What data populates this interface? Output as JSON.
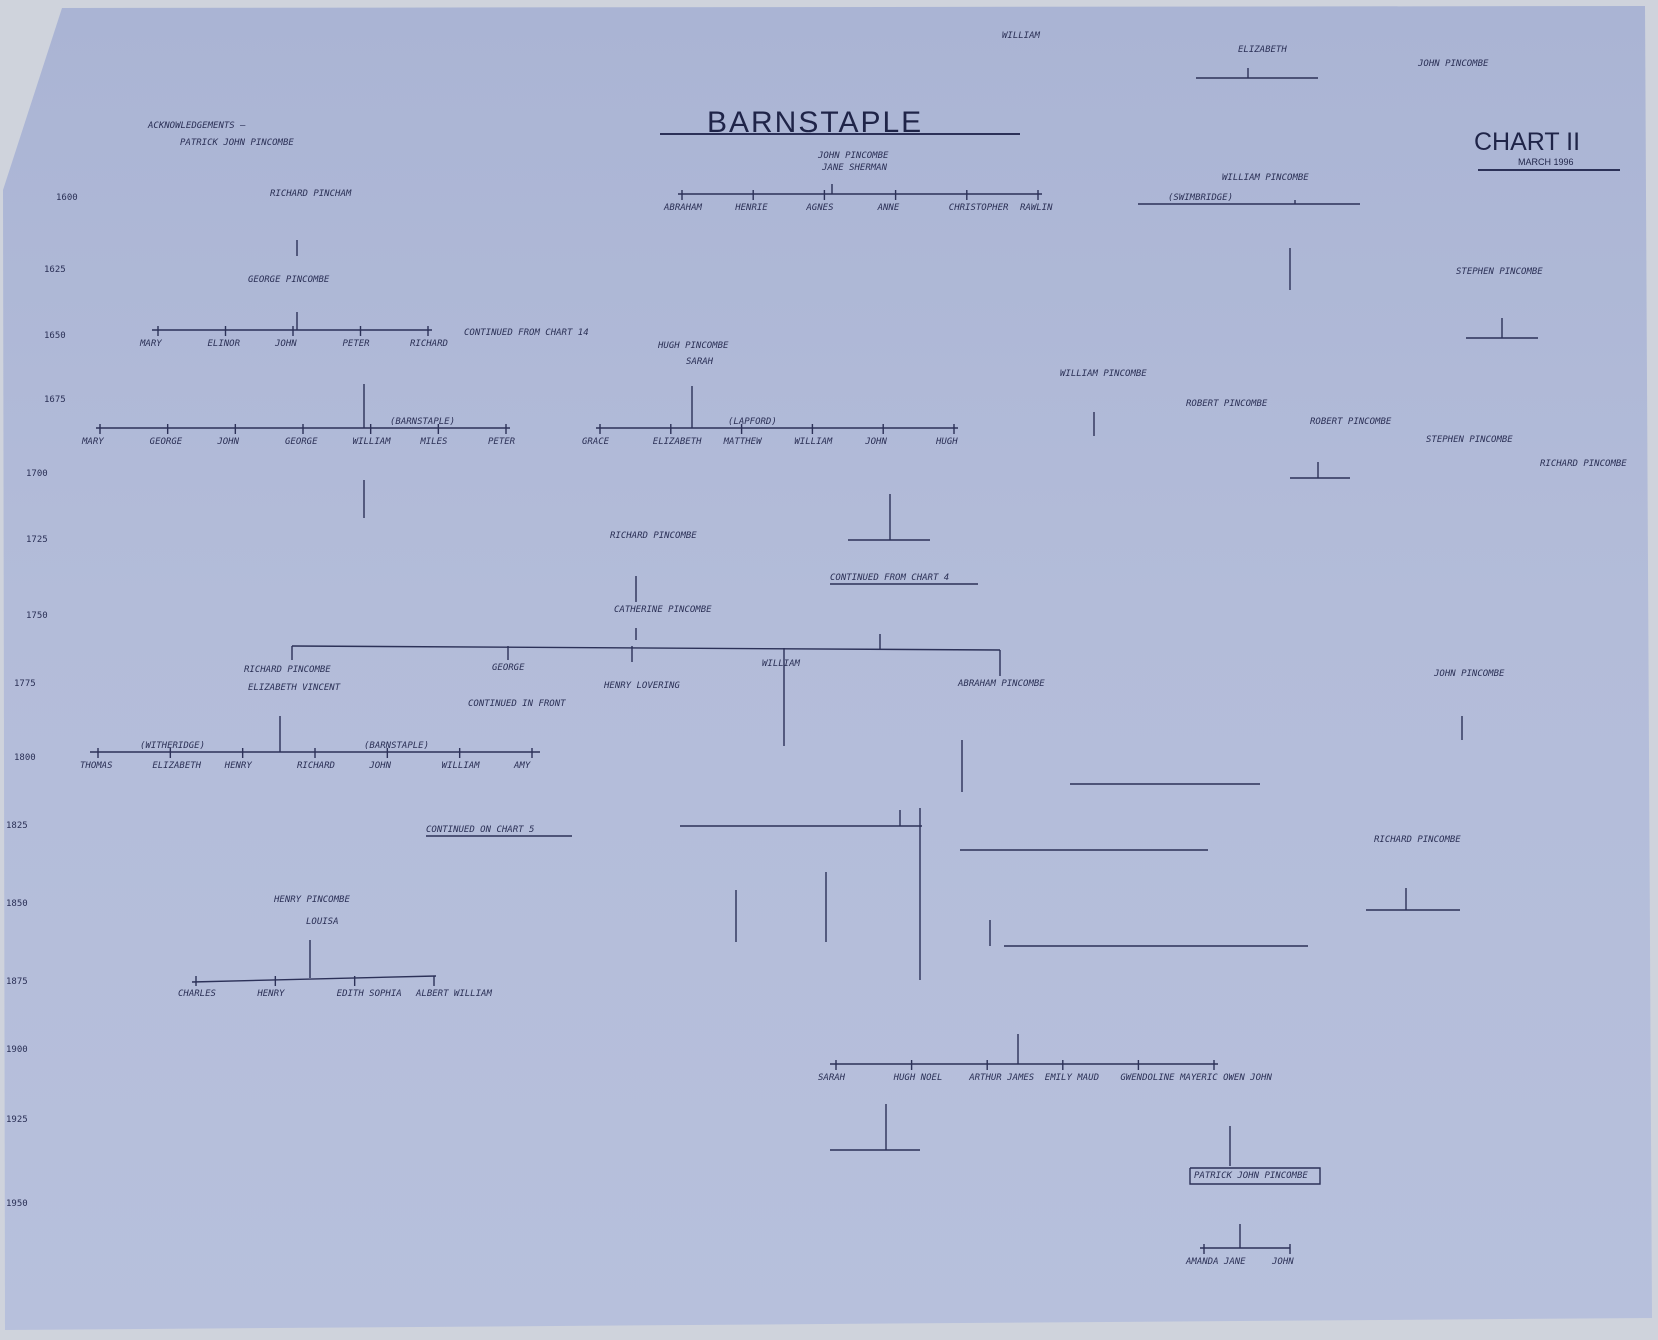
{
  "header": {
    "title": "BARNSTAPLE",
    "chart_label": "CHART II",
    "chart_date": "MARCH 1996",
    "acknowledgements": "ACKNOWLEDGEMENTS —",
    "acknowledgements_name": "PATRICK JOHN PINCOMBE"
  },
  "margin_years": [
    "1600",
    "1625",
    "1650",
    "1675",
    "1700",
    "1725",
    "1750",
    "1775",
    "1800",
    "1825",
    "1850",
    "1875",
    "1900",
    "1925",
    "1950"
  ],
  "people": {
    "richard_pincham": "RICHARD PINCHAM",
    "george_pincombe": "GEORGE PINCOMBE",
    "hugh_pincombe": "HUGH PINCOMBE",
    "hugh_wife": "SARAH",
    "john_pincombe_top": "JOHN PINCOMBE",
    "jane_sherman": "JANE SHERMAN",
    "william_pincombe_top": "WILLIAM PINCOMBE",
    "william_pincombe_mid": "WILLIAM PINCOMBE",
    "robert_pincombe": "ROBERT PINCOMBE",
    "robert_pincombe_2": "ROBERT PINCOMBE",
    "stephen_pincombe": "STEPHEN PINCOMBE",
    "john_pincombe_right": "JOHN PINCOMBE",
    "richard_pincombe_mid": "RICHARD PINCOMBE",
    "catherine_pincombe": "CATHERINE PINCOMBE",
    "henry_pincombe": "HENRY PINCOMBE",
    "henry_wife": "LOUISA",
    "abraham_pincombe": "ABRAHAM PINCOMBE",
    "richard_pincombe_right": "RICHARD PINCOMBE",
    "patrick_john_pincombe": "PATRICK JOHN PINCOMBE",
    "john_pincombe_1775": "JOHN PINCOMBE",
    "richard_pincombe_1775": "RICHARD PINCOMBE",
    "william_1768": "WILLIAM",
    "george_1768": "GEORGE",
    "henry_lovering": "HENRY LOVERING",
    "elizabeth_vincent": "ELIZABETH VINCENT",
    "elizabeth_top": "ELIZABETH",
    "william_top_left": "WILLIAM",
    "john_pincombe_far": "JOHN PINCOMBE"
  },
  "notes": {
    "continued_chart4": "CONTINUED FROM CHART 4",
    "continued_chart5": "CONTINUED ON CHART 5",
    "continued_chart14": "CONTINUED FROM CHART 14",
    "continued_in_front": "CONTINUED IN FRONT",
    "barnstaple_place": "(BARNSTAPLE)",
    "lapford_place": "(LAPFORD)",
    "witheridge_place": "(WITHERIDGE)",
    "swimbridge_place": "(SWIMBRIDGE)"
  },
  "children_rows": {
    "george_children": [
      "MARY",
      "ELINOR",
      "JOHN",
      "PETER",
      "RICHARD"
    ],
    "peter_children": [
      "MARY",
      "GEORGE",
      "JOHN",
      "GEORGE",
      "WILLIAM",
      "MILES",
      "PETER"
    ],
    "hugh_children": [
      "GRACE",
      "ELIZABETH",
      "MATTHEW",
      "WILLIAM",
      "JOHN",
      "HUGH"
    ],
    "john_top_children": [
      "ABRAHAM",
      "HENRIE",
      "AGNES",
      "ANNE",
      "CHRISTOPHER",
      "RAWLIN"
    ],
    "richard_children": [
      "THOMAS",
      "ELIZABETH",
      "HENRY",
      "RICHARD",
      "JOHN",
      "WILLIAM",
      "AMY"
    ],
    "henry_children": [
      "CHARLES",
      "HENRY",
      "EDITH SOPHIA",
      "ALBERT WILLIAM"
    ],
    "arthur_children": [
      "SARAH",
      "HUGH NOEL",
      "ARTHUR JAMES",
      "EMILY MAUD",
      "GWENDOLINE MAY",
      "ERIC OWEN JOHN"
    ],
    "patrick_children": [
      "AMANDA JANE",
      "JOHN"
    ]
  }
}
